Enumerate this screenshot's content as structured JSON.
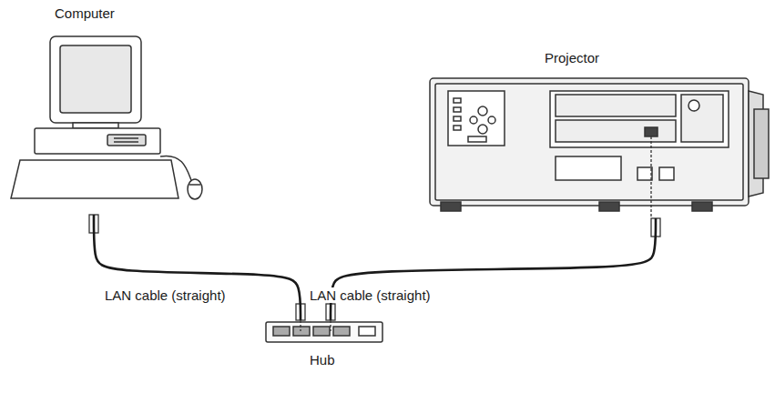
{
  "diagram": {
    "nodes": [
      {
        "text": [
          "Computer"
        ]
      },
      {
        "text": [
          "Projector"
        ]
      },
      {
        "text": [
          "Hub"
        ]
      }
    ],
    "edges": [
      {
        "from": 0,
        "to": 2,
        "label": "LAN cable (straight)",
        "arrow": "none"
      },
      {
        "from": 1,
        "to": 2,
        "label": "LAN cable (straight)",
        "arrow": "none"
      }
    ]
  }
}
